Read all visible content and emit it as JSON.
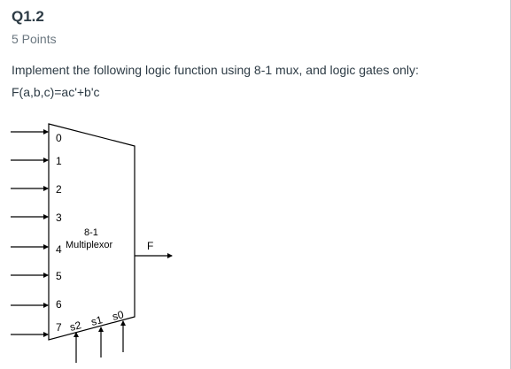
{
  "question": {
    "title": "Q1.2",
    "points": "5 Points",
    "prompt_line1": "Implement the following logic function using 8-1 mux, and logic gates only:",
    "prompt_line2": "F(a,b,c)=ac'+b'c"
  },
  "diagram": {
    "block_label_line1": "8-1",
    "block_label_line2": "Multiplexor",
    "inputs": [
      "0",
      "1",
      "2",
      "3",
      "4",
      "5",
      "6",
      "7"
    ],
    "output_label": "F",
    "selects": [
      "s2",
      "s1",
      "s0"
    ]
  },
  "colors": {
    "text": "#2d3b45",
    "muted": "#6b7780",
    "line": "#000000"
  }
}
